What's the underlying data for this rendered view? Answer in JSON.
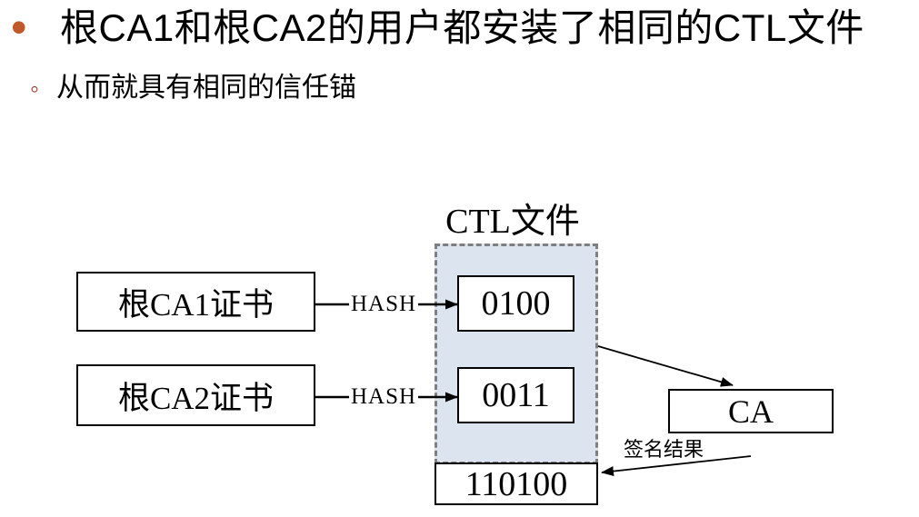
{
  "slide": {
    "bullet_glyph": "•",
    "bullet_text": "根CA1和根CA2的用户都安装了相同的CTL文件",
    "sub_bullet_glyph": "◦",
    "sub_bullet_text": "从而就具有相同的信任锚"
  },
  "diagram": {
    "title": "CTL文件",
    "cert_boxes": [
      {
        "label": "根CA1证书"
      },
      {
        "label": "根CA2证书"
      }
    ],
    "hash_arrow_label": "HASH",
    "hash_boxes": [
      {
        "value": "0100"
      },
      {
        "value": "0011"
      }
    ],
    "signature_box": "110100",
    "ca_box": "CA",
    "signature_result_label": "签名结果"
  },
  "colors": {
    "bullet_accent": "#c0582a",
    "sub_bullet_accent": "#8c3b24",
    "ctl_fill": "#dce4f0",
    "dashed_border": "#7f7f7f",
    "text": "#000000",
    "background": "#ffffff"
  }
}
